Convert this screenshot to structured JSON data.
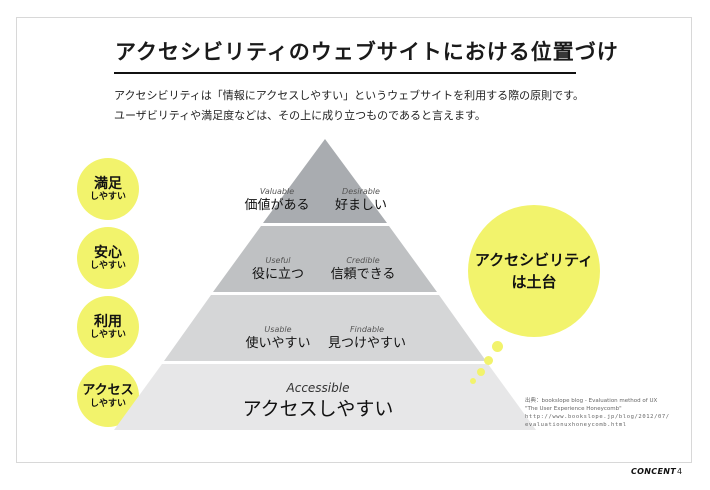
{
  "title": "アクセシビリティのウェブサイトにおける位置づけ",
  "lead": [
    "アクセシビリティは「情報にアクセスしやすい」というウェブサイトを利用する際の原則です。",
    "ユーザビリティや満足度などは、その上に成り立つものであると言えます。"
  ],
  "side_circles": [
    {
      "big": "満足",
      "small": "しやすい"
    },
    {
      "big": "安心",
      "small": "しやすい"
    },
    {
      "big": "利用",
      "small": "しやすい"
    },
    {
      "big": "アクセス",
      "small": "しやすい"
    }
  ],
  "pyramid": {
    "tier1": {
      "left": {
        "en": "Valuable",
        "ja": "価値がある"
      },
      "right": {
        "en": "Desirable",
        "ja": "好ましい"
      }
    },
    "tier2": {
      "left": {
        "en": "Useful",
        "ja": "役に立つ"
      },
      "right": {
        "en": "Credible",
        "ja": "信頼できる"
      }
    },
    "tier3": {
      "left": {
        "en": "Usable",
        "ja": "使いやすい"
      },
      "right": {
        "en": "Findable",
        "ja": "見つけやすい"
      }
    },
    "base": {
      "en": "Accessible",
      "ja": "アクセスしやすい"
    },
    "colors": [
      "#a9acb0",
      "#bfc1c3",
      "#d5d6d7",
      "#e7e7e8"
    ]
  },
  "hero_circle": {
    "line1": "アクセシビリティ",
    "line2": "は土台"
  },
  "source": {
    "line1": "出典：bookslope blog - Evaluation method of UX",
    "line2": "\"The User Experience Honeycomb\"",
    "line3": "http://www.bookslope.jp/blog/2012/07/",
    "line4": "evaluationuxhoneycomb.html"
  },
  "footer": {
    "brand": "CONCENT",
    "page": "4"
  },
  "accent_color": "#f2f36c"
}
